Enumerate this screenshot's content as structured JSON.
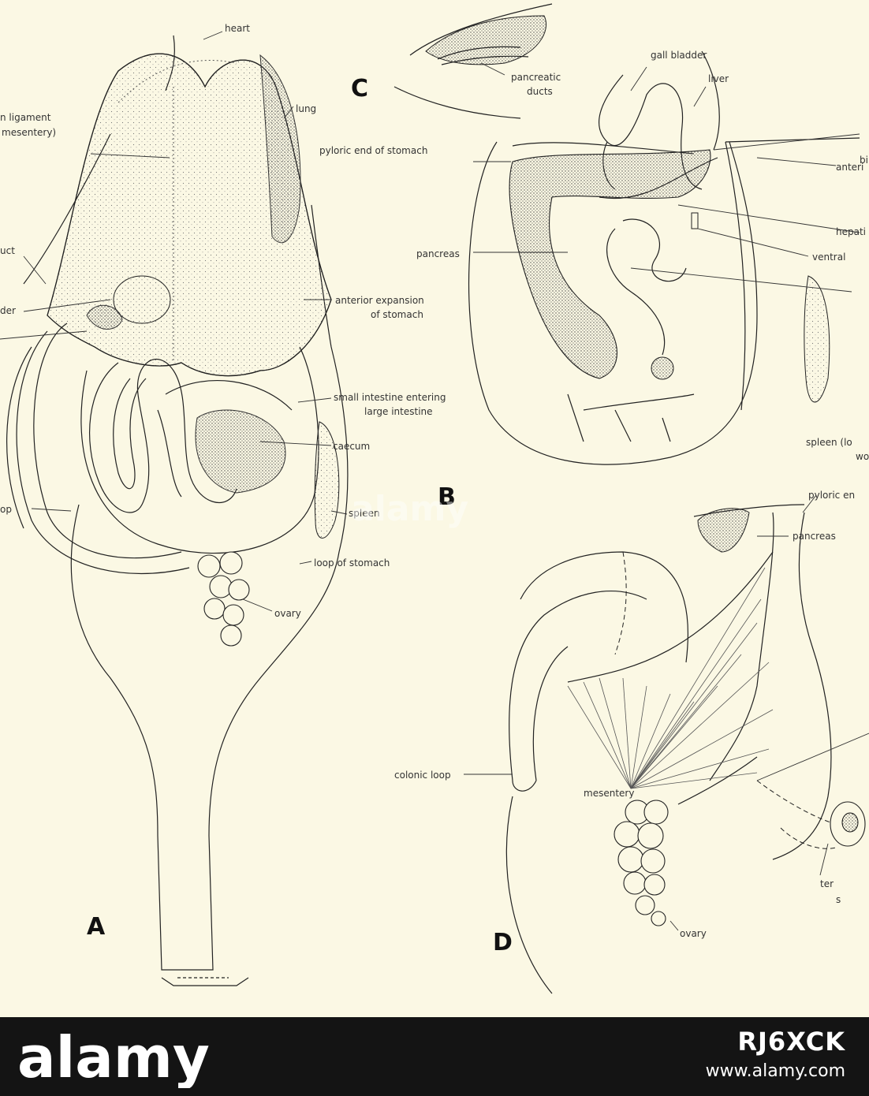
{
  "panels": {
    "a": "A",
    "b": "B",
    "c": "C",
    "d": "D"
  },
  "labels": {
    "heart": "heart",
    "lung": "lung",
    "ligament_1": "n ligament",
    "ligament_2": "mesentery)",
    "uct": "uct",
    "der": "der",
    "op": "op",
    "anterior_expansion_1": "anterior expansion",
    "anterior_expansion_2": "of stomach",
    "small_intestine_1": "small intestine entering",
    "small_intestine_2": "large intestine",
    "caecum": "caecum",
    "spleen_a": "spleen",
    "loop_of_stomach": "loop of stomach",
    "ovary_a": "ovary",
    "pancreatic_ducts_1": "pancreatic",
    "pancreatic_ducts_2": "ducts",
    "gall_bladder": "gall bladder",
    "liver": "liver",
    "pyloric_end": "pyloric end of stomach",
    "pancreas_b": "pancreas",
    "bi": "bi",
    "anteri": "anteri",
    "hepati": "hepati",
    "ventral": "ventral",
    "spleen_b_1": "spleen (lo",
    "spleen_b_2": "wo",
    "pyloric_en_d": "pyloric en",
    "pancreas_d": "pancreas",
    "colonic_loop": "colonic loop",
    "mesentery": "mesentery",
    "ovary_d": "ovary",
    "ter": "ter",
    "s": "s"
  },
  "footer": {
    "logo": "alamy",
    "image_id": "RJ6XCK",
    "site": "www.alamy.com"
  },
  "watermark": "alamy"
}
